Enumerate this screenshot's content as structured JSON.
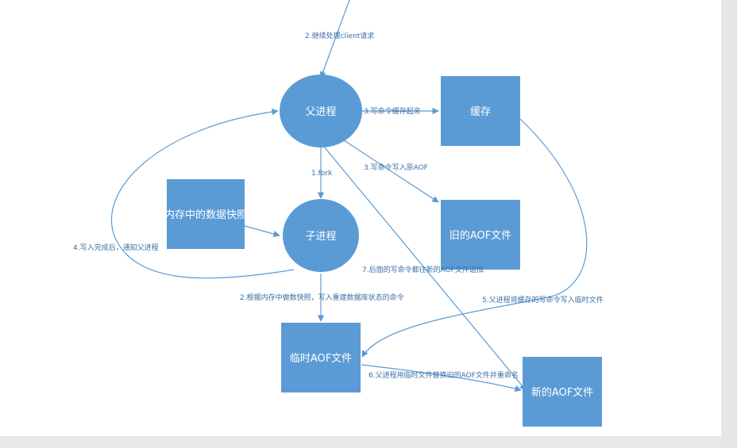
{
  "nodes": {
    "parent": "父进程",
    "child": "子进程",
    "buffer": "缓存",
    "snapshot": "内存中的数据快照",
    "old_aof": "旧的AOF文件",
    "temp_aof": "临时AOF文件",
    "new_aof": "新的AOF文件"
  },
  "edges": {
    "e2_continue": "2.继续处理client请求",
    "e3_cache": "3.写命令缓存起来",
    "e1_fork": "1.fork",
    "e3_aof": "3.写命令写入原AOF",
    "e4_notify": "4.写入完成后，通知父进程",
    "e7_append": "7.后面的写命令都往新的AOF文件追加",
    "e2_snapshot": "2.根据内存中做数快照，写入重建数据库状态的命令",
    "e5_write": "5.父进程将缓存的写命令写入临时文件",
    "e6_replace": "6.父进程用临时文件替换旧的AOF文件并重命名"
  },
  "colors": {
    "shape_fill": "#5b9bd5",
    "edge": "#5b9bd5",
    "label_text": "#3a6ea5",
    "background": "#ffffff"
  }
}
